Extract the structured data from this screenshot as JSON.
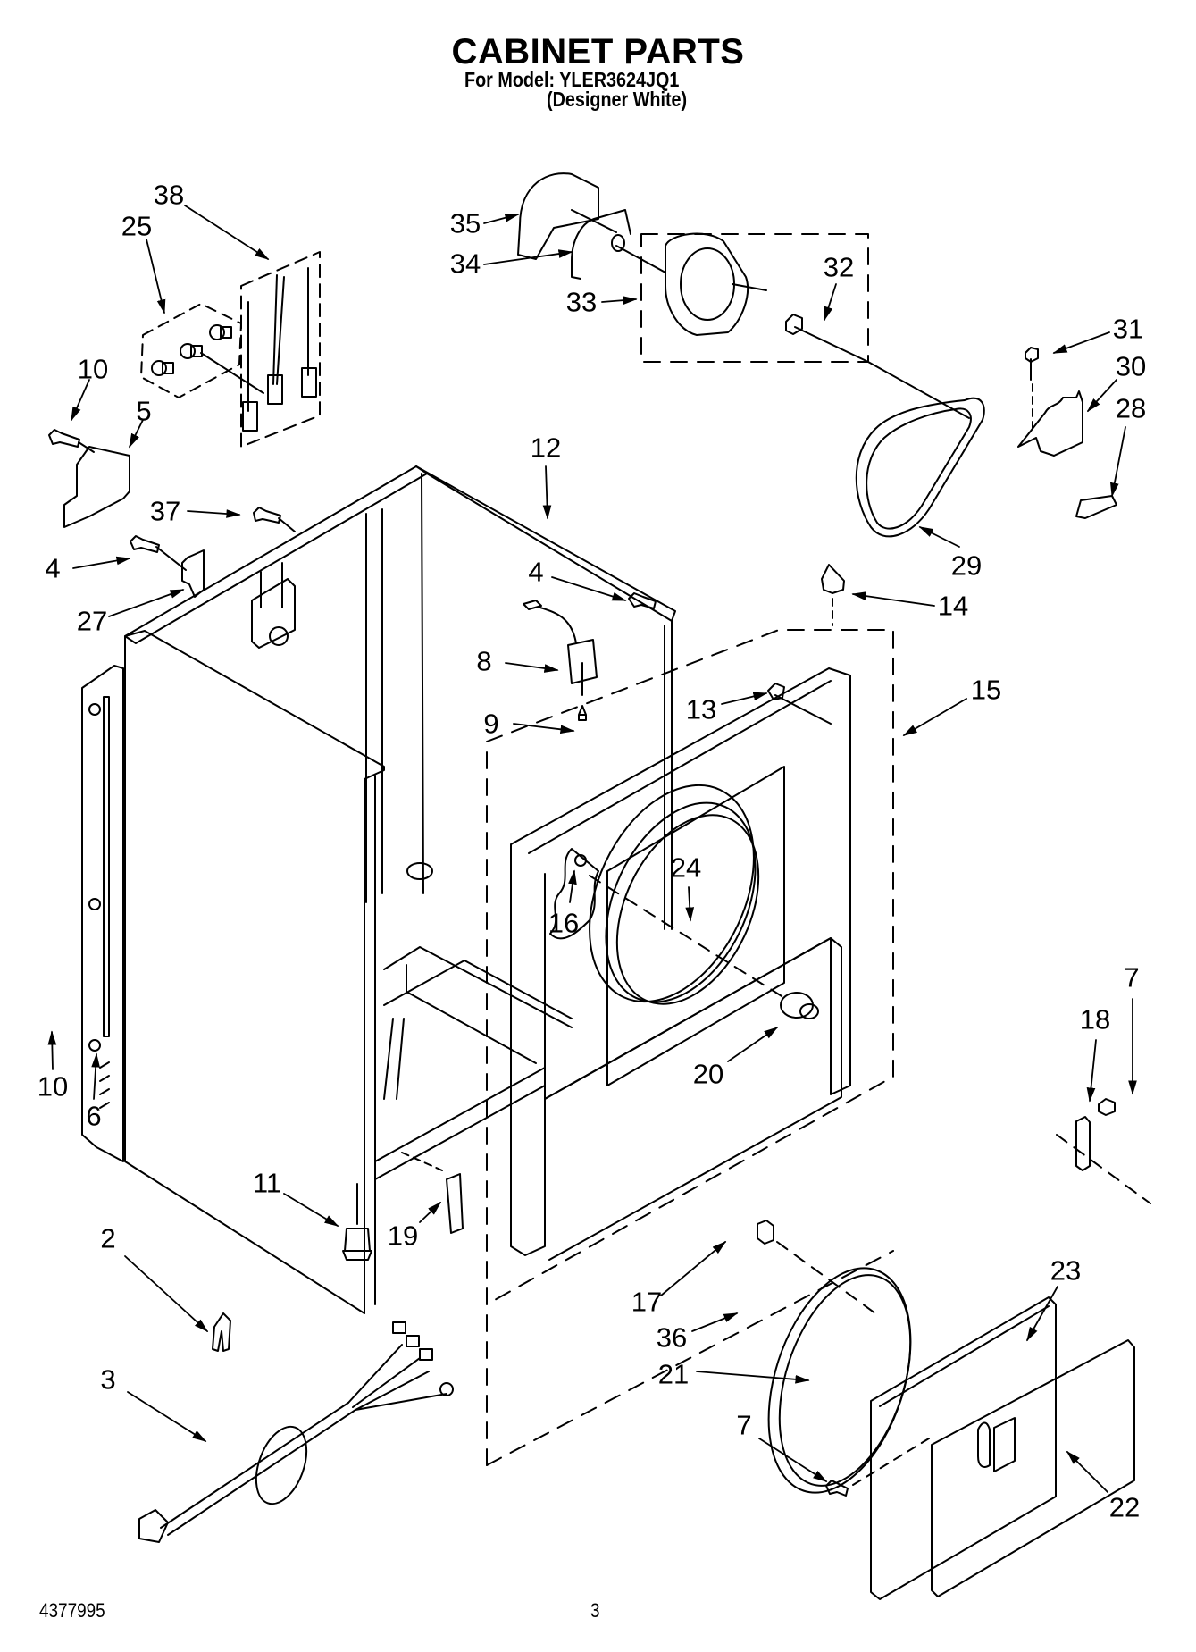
{
  "header": {
    "title": "CABINET PARTS",
    "model_line": "For Model: YLER3624JQ1",
    "variant_line": "(Designer White)"
  },
  "callouts": [
    {
      "id": "38",
      "label": "38",
      "part": "wire-harness-terminals"
    },
    {
      "id": "25",
      "label": "25",
      "part": "terminal-block-clips"
    },
    {
      "id": "10a",
      "label": "10",
      "part": "screw"
    },
    {
      "id": "5",
      "label": "5",
      "part": "bracket-cover"
    },
    {
      "id": "37",
      "label": "37",
      "part": "screw"
    },
    {
      "id": "4a",
      "label": "4",
      "part": "screw"
    },
    {
      "id": "27",
      "label": "27",
      "part": "clip-bracket"
    },
    {
      "id": "35",
      "label": "35",
      "part": "motor-switch-bracket"
    },
    {
      "id": "34",
      "label": "34",
      "part": "motor-clamp"
    },
    {
      "id": "33",
      "label": "33",
      "part": "drive-motor-assembly"
    },
    {
      "id": "32",
      "label": "32",
      "part": "motor-pulley-nut"
    },
    {
      "id": "31",
      "label": "31",
      "part": "screw"
    },
    {
      "id": "30",
      "label": "30",
      "part": "heat-shield-bracket"
    },
    {
      "id": "28",
      "label": "28",
      "part": "latch-strike"
    },
    {
      "id": "29",
      "label": "29",
      "part": "drive-belt"
    },
    {
      "id": "14",
      "label": "14",
      "part": "leveling-plug"
    },
    {
      "id": "12",
      "label": "12",
      "part": "cabinet"
    },
    {
      "id": "4b",
      "label": "4",
      "part": "screw"
    },
    {
      "id": "8",
      "label": "8",
      "part": "door-switch"
    },
    {
      "id": "9",
      "label": "9",
      "part": "screw"
    },
    {
      "id": "13",
      "label": "13",
      "part": "clip"
    },
    {
      "id": "15",
      "label": "15",
      "part": "front-panel-assembly"
    },
    {
      "id": "16",
      "label": "16",
      "part": "rivet"
    },
    {
      "id": "24",
      "label": "24",
      "part": "drum-seal-ring"
    },
    {
      "id": "20",
      "label": "20",
      "part": "door-catch"
    },
    {
      "id": "10b",
      "label": "10",
      "part": "screw"
    },
    {
      "id": "6",
      "label": "6",
      "part": "side-panel"
    },
    {
      "id": "11",
      "label": "11",
      "part": "leveling-leg"
    },
    {
      "id": "19",
      "label": "19",
      "part": "strike-plate"
    },
    {
      "id": "2",
      "label": "2",
      "part": "strain-relief"
    },
    {
      "id": "7a",
      "label": "7",
      "part": "screw"
    },
    {
      "id": "18",
      "label": "18",
      "part": "door-hinge"
    },
    {
      "id": "17",
      "label": "17",
      "part": "door-strike"
    },
    {
      "id": "23",
      "label": "23",
      "part": "door-handle"
    },
    {
      "id": "36",
      "label": "36",
      "part": "door-seal"
    },
    {
      "id": "21",
      "label": "21",
      "part": "inner-door-panel"
    },
    {
      "id": "3",
      "label": "3",
      "part": "power-cord"
    },
    {
      "id": "7b",
      "label": "7",
      "part": "screw"
    },
    {
      "id": "22",
      "label": "22",
      "part": "outer-door-panel"
    }
  ],
  "footer": {
    "doc_number": "4377995",
    "page_number": "3"
  }
}
